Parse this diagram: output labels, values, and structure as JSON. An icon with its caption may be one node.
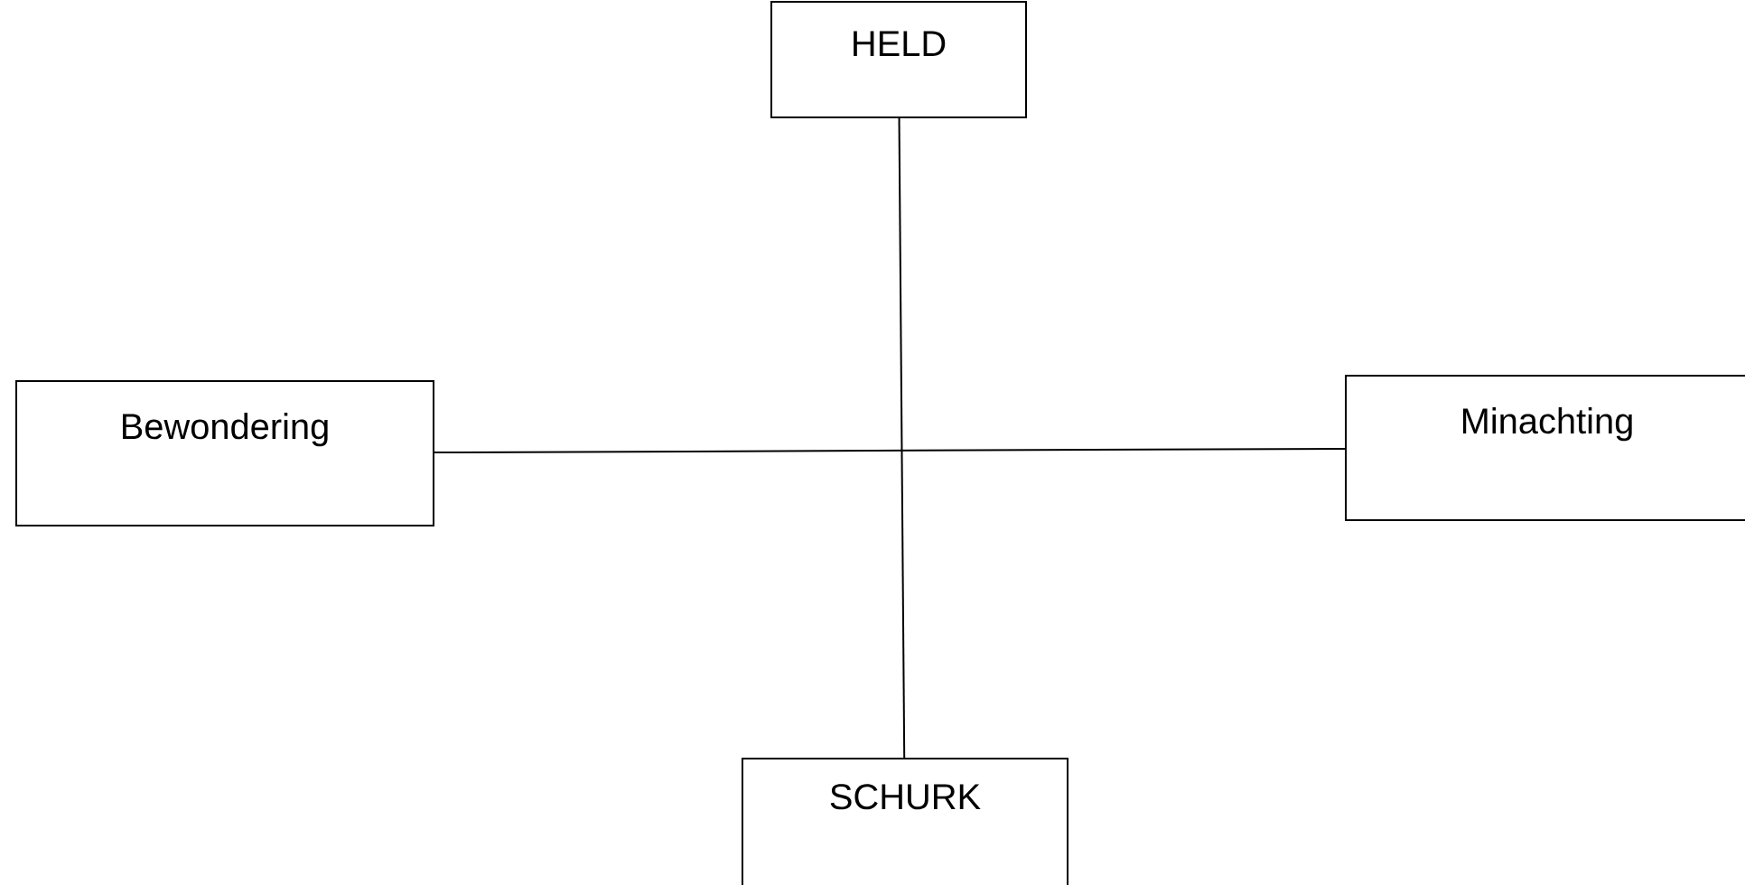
{
  "diagram": {
    "nodes": [
      {
        "text": [
          "HELD"
        ]
      },
      {
        "text": [
          "Bewondering"
        ]
      },
      {
        "text": [
          "Minachting"
        ]
      },
      {
        "text": [
          "SCHURK"
        ]
      }
    ],
    "edges": [
      {
        "from": 0,
        "to": 3,
        "arrow": "none"
      },
      {
        "from": 1,
        "to": 2,
        "arrow": "none"
      }
    ]
  }
}
